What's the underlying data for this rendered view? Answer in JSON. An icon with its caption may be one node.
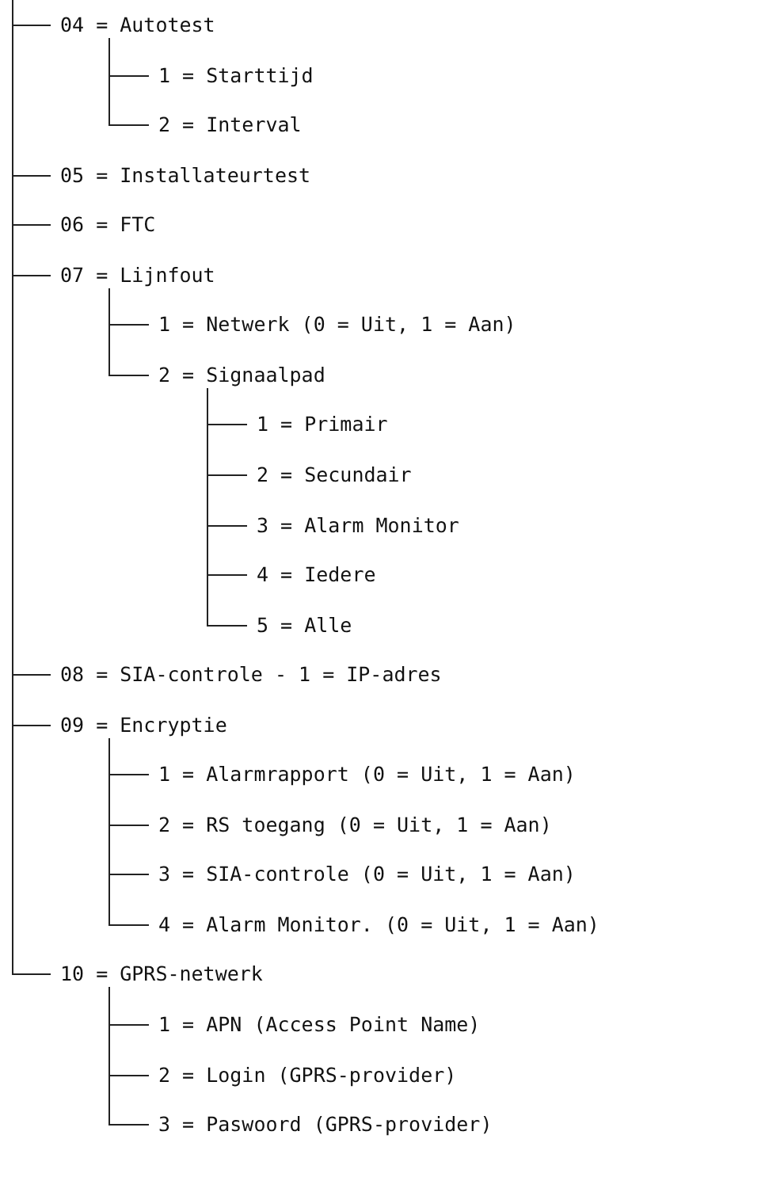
{
  "diagram": {
    "nodes": [
      {
        "text": [
          "04 = Autotest"
        ]
      },
      {
        "text": [
          "1 = Starttijd"
        ]
      },
      {
        "text": [
          "2 = Interval"
        ]
      },
      {
        "text": [
          "05 = Installateurtest"
        ]
      },
      {
        "text": [
          "06 = FTC"
        ]
      },
      {
        "text": [
          "07 = Lijnfout"
        ]
      },
      {
        "text": [
          "1 = Netwerk (0 = Uit, 1 = Aan)"
        ]
      },
      {
        "text": [
          "2 = Signaalpad"
        ]
      },
      {
        "text": [
          "1 = Primair"
        ]
      },
      {
        "text": [
          "2 = Secundair"
        ]
      },
      {
        "text": [
          "3 = Alarm Monitor"
        ]
      },
      {
        "text": [
          "4 = Iedere"
        ]
      },
      {
        "text": [
          "5 = Alle"
        ]
      },
      {
        "text": [
          "08 = SIA-controle - 1 = IP-adres"
        ]
      },
      {
        "text": [
          "09 = Encryptie"
        ]
      },
      {
        "text": [
          "1 = Alarmrapport (0 = Uit, 1 = Aan)"
        ]
      },
      {
        "text": [
          "2 = RS toegang (0 = Uit, 1 = Aan)"
        ]
      },
      {
        "text": [
          "3 = SIA-controle (0 = Uit, 1 = Aan)"
        ]
      },
      {
        "text": [
          "4 = Alarm Monitor. (0 = Uit, 1 = Aan)"
        ]
      },
      {
        "text": [
          "10 = GPRS-netwerk"
        ]
      },
      {
        "text": [
          "1 = APN (Access Point Name)"
        ]
      },
      {
        "text": [
          "2 = Login (GPRS-provider)"
        ]
      },
      {
        "text": [
          "3 = Paswoord (GPRS-provider)"
        ]
      }
    ],
    "edges": [
      {
        "from": null,
        "to": 0,
        "arrow": "none"
      },
      {
        "from": 0,
        "to": 1,
        "arrow": "none"
      },
      {
        "from": 0,
        "to": 2,
        "arrow": "none"
      },
      {
        "from": null,
        "to": 3,
        "arrow": "none"
      },
      {
        "from": null,
        "to": 4,
        "arrow": "none"
      },
      {
        "from": null,
        "to": 5,
        "arrow": "none"
      },
      {
        "from": 5,
        "to": 6,
        "arrow": "none"
      },
      {
        "from": 5,
        "to": 7,
        "arrow": "none"
      },
      {
        "from": 7,
        "to": 8,
        "arrow": "none"
      },
      {
        "from": 7,
        "to": 9,
        "arrow": "none"
      },
      {
        "from": 7,
        "to": 10,
        "arrow": "none"
      },
      {
        "from": 7,
        "to": 11,
        "arrow": "none"
      },
      {
        "from": 7,
        "to": 12,
        "arrow": "none"
      },
      {
        "from": null,
        "to": 13,
        "arrow": "none"
      },
      {
        "from": null,
        "to": 14,
        "arrow": "none"
      },
      {
        "from": 14,
        "to": 15,
        "arrow": "none"
      },
      {
        "from": 14,
        "to": 16,
        "arrow": "none"
      },
      {
        "from": 14,
        "to": 17,
        "arrow": "none"
      },
      {
        "from": 14,
        "to": 18,
        "arrow": "none"
      },
      {
        "from": null,
        "to": 19,
        "arrow": "none"
      },
      {
        "from": 19,
        "to": 20,
        "arrow": "none"
      },
      {
        "from": 19,
        "to": 21,
        "arrow": "none"
      },
      {
        "from": 19,
        "to": 22,
        "arrow": "none"
      }
    ]
  }
}
